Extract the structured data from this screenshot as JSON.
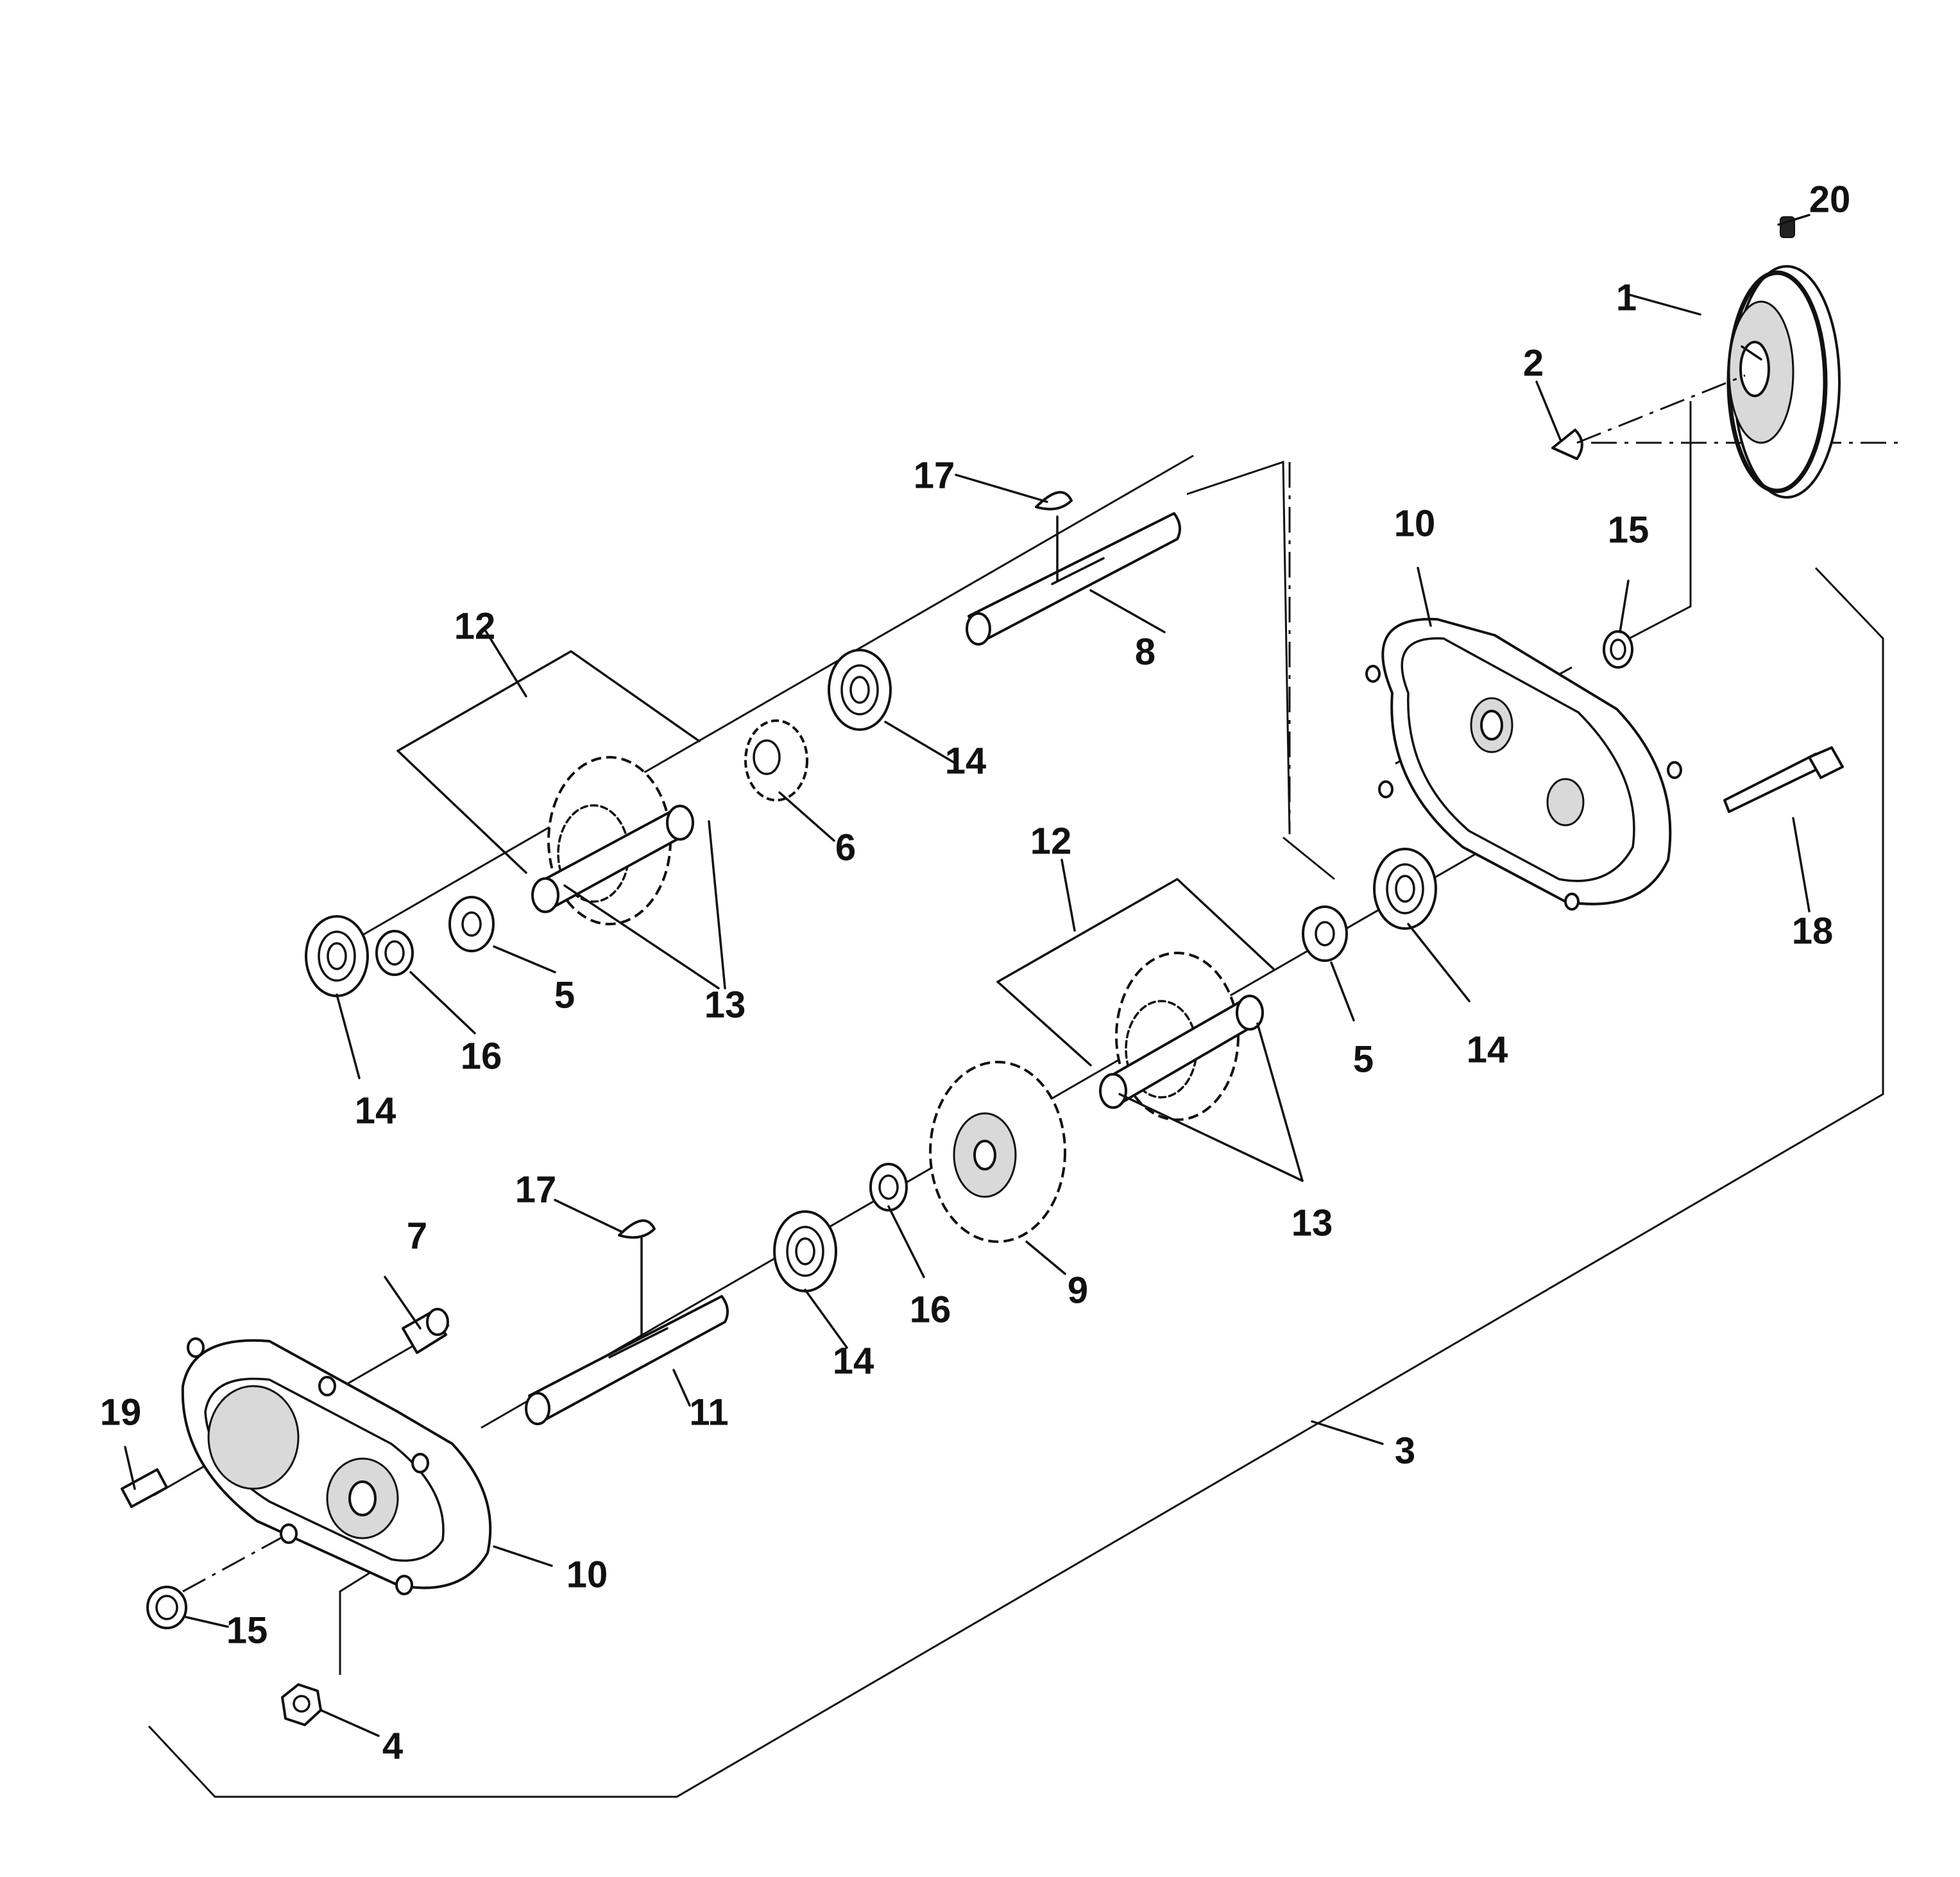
{
  "labels": {
    "l1": "1",
    "l2": "2",
    "l3": "3",
    "l4": "4",
    "l5a": "5",
    "l5b": "5",
    "l6": "6",
    "l7": "7",
    "l8": "8",
    "l9": "9",
    "l10a": "10",
    "l10b": "10",
    "l11": "11",
    "l12a": "12",
    "l12b": "12",
    "l13a": "13",
    "l13b": "13",
    "l14a": "14",
    "l14b": "14",
    "l14c": "14",
    "l14d": "14",
    "l15a": "15",
    "l15b": "15",
    "l16a": "16",
    "l16b": "16",
    "l17a": "17",
    "l17b": "17",
    "l18": "18",
    "l19": "19",
    "l20": "20"
  }
}
